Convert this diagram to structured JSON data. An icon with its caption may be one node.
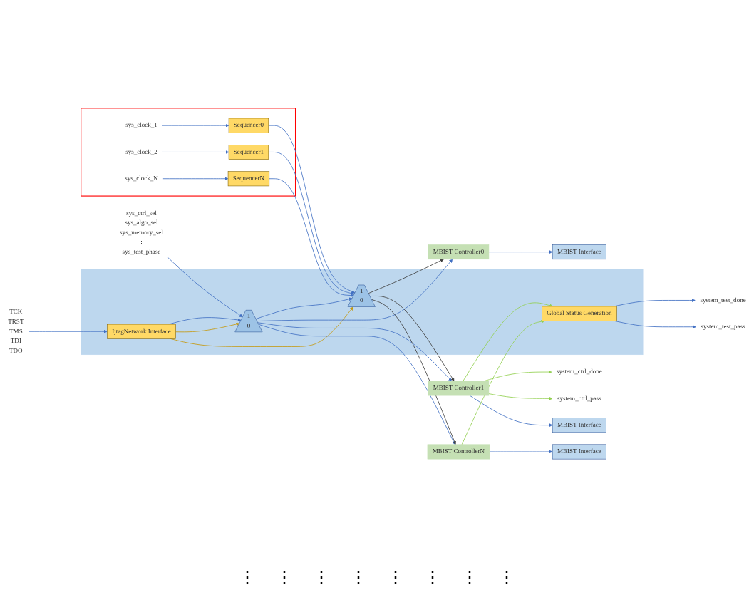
{
  "diagram": {
    "nodes": [
      {
        "text": [],
        "shape": "box"
      },
      {
        "text": [
          "TCK",
          "TRST",
          "TMS",
          "TDI",
          "TDO"
        ]
      },
      {
        "text": [
          "sys_ctrl_sel",
          "sys_algo_sel",
          "sys_memory_sel",
          "⋮",
          "sys_test_phase"
        ]
      },
      {
        "text": [
          "IjtagNetwork Interface"
        ],
        "in": 0
      },
      {
        "text": [
          "1",
          "0"
        ],
        "in": 0
      },
      {
        "text": [
          "1",
          "0"
        ],
        "in": 0
      },
      {
        "text": [],
        "shape": "box"
      },
      {
        "text": [
          "sys_clock_1"
        ],
        "in": 6
      },
      {
        "text": [
          "sys_clock_2"
        ],
        "in": 6
      },
      {
        "text": [
          "sys_clock_N"
        ],
        "in": 6
      },
      {
        "text": [
          "Sequencer0"
        ],
        "in": 6
      },
      {
        "text": [
          "Sequencer1"
        ],
        "in": 6
      },
      {
        "text": [
          "SequencerN"
        ],
        "in": 6
      },
      {
        "text": [
          "Global Status Generation"
        ],
        "in": 0
      },
      {
        "text": [
          "system_test_done"
        ]
      },
      {
        "text": [
          "system_test_pass"
        ]
      },
      {
        "text": [
          "system_ctrl_done"
        ]
      },
      {
        "text": [
          "system_ctrl_pass"
        ]
      },
      {
        "text": [
          "MBIST Controller0"
        ]
      },
      {
        "text": [
          "MBIST Controller1"
        ]
      },
      {
        "text": [
          "MBIST ControllerN"
        ]
      },
      {
        "text": [
          "MBIST Interface"
        ]
      },
      {
        "text": [
          "MBIST Interface"
        ]
      },
      {
        "text": [
          "MBIST Interface"
        ]
      }
    ],
    "edges": [
      {
        "from": 1,
        "to": 3,
        "arrow": "to"
      },
      {
        "from": 2,
        "to": 4,
        "arrow": "to"
      },
      {
        "from": 3,
        "to": 4,
        "arrow": "to"
      },
      {
        "from": 3,
        "to": 4,
        "arrow": "to",
        "color": "#c59a10"
      },
      {
        "from": 3,
        "to": 5,
        "arrow": "to",
        "color": "#c59a10"
      },
      {
        "from": 4,
        "to": 5,
        "arrow": "to"
      },
      {
        "from": 4,
        "to": 18,
        "arrow": "to"
      },
      {
        "from": 4,
        "to": 19,
        "arrow": "to"
      },
      {
        "from": 4,
        "to": 20,
        "arrow": "to"
      },
      {
        "from": 7,
        "to": 10,
        "arrow": "to"
      },
      {
        "from": 8,
        "to": 11,
        "arrow": "to"
      },
      {
        "from": 9,
        "to": 12,
        "arrow": "to"
      },
      {
        "from": 10,
        "to": 5,
        "arrow": "to"
      },
      {
        "from": 11,
        "to": 5,
        "arrow": "to"
      },
      {
        "from": 12,
        "to": 5,
        "arrow": "to"
      },
      {
        "from": 5,
        "to": 18,
        "arrow": "to",
        "color": "#404040"
      },
      {
        "from": 5,
        "to": 19,
        "arrow": "to",
        "color": "#404040"
      },
      {
        "from": 5,
        "to": 20,
        "arrow": "to",
        "color": "#404040"
      },
      {
        "from": 19,
        "to": 13,
        "arrow": "to",
        "color": "#92d050"
      },
      {
        "from": 20,
        "to": 13,
        "arrow": "to",
        "color": "#92d050"
      },
      {
        "from": 19,
        "to": 16,
        "arrow": "to",
        "color": "#92d050"
      },
      {
        "from": 19,
        "to": 17,
        "arrow": "to",
        "color": "#92d050"
      },
      {
        "from": 13,
        "to": 14,
        "arrow": "to"
      },
      {
        "from": 13,
        "to": 15,
        "arrow": "to"
      },
      {
        "from": 18,
        "to": 21,
        "arrow": "to"
      },
      {
        "from": 19,
        "to": 22,
        "arrow": "to"
      },
      {
        "from": 20,
        "to": 23,
        "arrow": "to"
      }
    ],
    "labels": [
      "⋮",
      "⋮",
      "⋮",
      "⋮",
      "⋮",
      "⋮",
      "⋮",
      "⋮"
    ]
  }
}
